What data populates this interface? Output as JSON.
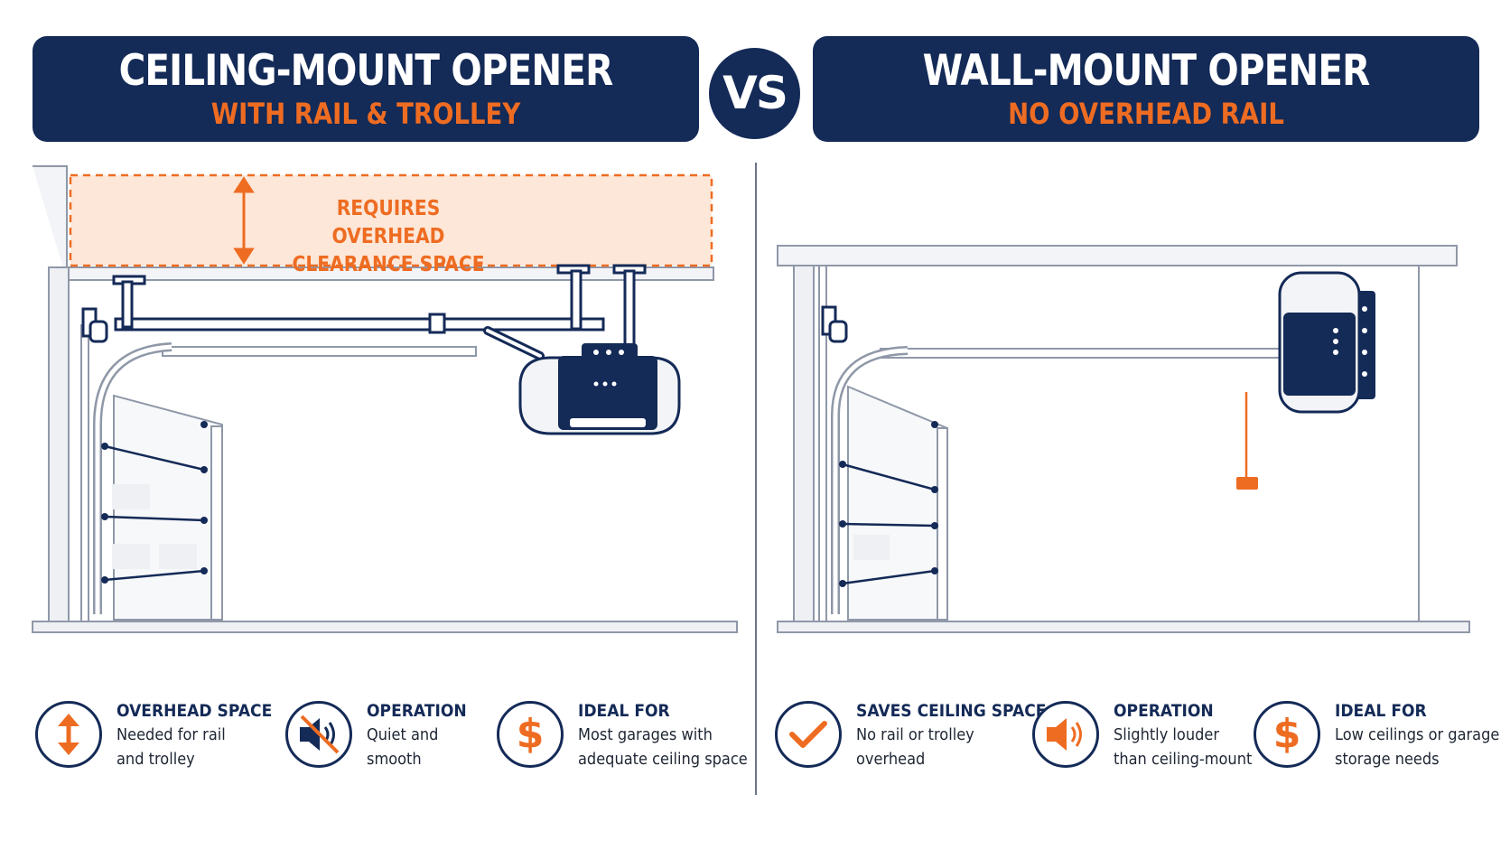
{
  "left_panel": {
    "title": "CEILING-MOUNT OPENER",
    "subtitle": "WITH RAIL & TROLLEY",
    "clearance_label": "REQUIRES OVERHEAD\nCLEARANCE SPACE",
    "features": [
      {
        "icon": "vertical-arrows-icon",
        "title": "OVERHEAD SPACE",
        "desc": "Needed for rail\nand trolley"
      },
      {
        "icon": "muted-speaker-icon",
        "title": "OPERATION",
        "desc": "Quiet and\nsmooth"
      },
      {
        "icon": "dollar-icon",
        "title": "IDEAL FOR",
        "desc": "Most garages with\nadequate ceiling space"
      }
    ]
  },
  "vs_label": "VS",
  "right_panel": {
    "title": "WALL-MOUNT OPENER",
    "subtitle": "NO OVERHEAD RAIL",
    "features": [
      {
        "icon": "checkmark-icon",
        "title": "SAVES CEILING SPACE",
        "desc": "No rail or trolley\noverhead"
      },
      {
        "icon": "speaker-icon",
        "title": "OPERATION",
        "desc": "Slightly louder\nthan ceiling-mount"
      },
      {
        "icon": "dollar-icon",
        "title": "IDEAL FOR",
        "desc": "Low ceilings or garage\nstorage needs"
      }
    ]
  },
  "colors": {
    "navy": "#142a57",
    "orange": "#ee6c22",
    "clearance_fill": "#fde7d8",
    "structure_gray": "#9aa3b3"
  }
}
